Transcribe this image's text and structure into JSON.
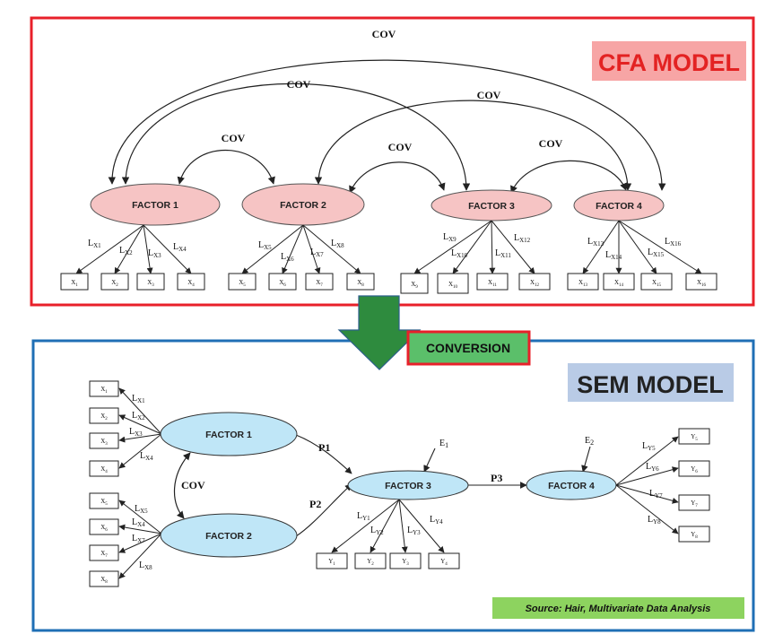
{
  "cfa": {
    "title": "CFA MODEL",
    "cov_labels": [
      "COV",
      "COV",
      "COV",
      "COV",
      "COV",
      "COV"
    ],
    "factors": [
      "FACTOR 1",
      "FACTOR 2",
      "FACTOR 3",
      "FACTOR 4"
    ],
    "loadings": [
      "X1",
      "X2",
      "X3",
      "X4",
      "X5",
      "X6",
      "X7",
      "X8",
      "X9",
      "X10",
      "X11",
      "X12",
      "X13",
      "X14",
      "X15",
      "X16"
    ],
    "indicators": [
      "1",
      "2",
      "3",
      "4",
      "5",
      "6",
      "7",
      "8",
      "9",
      "10",
      "11",
      "12",
      "13",
      "14",
      "15",
      "16"
    ],
    "colors": {
      "frame": "#e8202a",
      "factor_fill": "#f6c4c4",
      "title_bg": "#f7a5a5"
    }
  },
  "conversion": {
    "label": "CONVERSION",
    "colors": {
      "arrow": "#2e8b3e",
      "label_bg": "#5bbf6a",
      "label_border": "#e8202a"
    }
  },
  "sem": {
    "title": "SEM MODEL",
    "factors": [
      "FACTOR 1",
      "FACTOR 2",
      "FACTOR 3",
      "FACTOR 4"
    ],
    "cov_label": "COV",
    "x_loadings": [
      "X1",
      "X2",
      "X3",
      "X4",
      "X5",
      "X4",
      "X7",
      "X8"
    ],
    "x_indicators": [
      "1",
      "2",
      "3",
      "4",
      "5",
      "6",
      "7",
      "8"
    ],
    "y_loadings": [
      "Y1",
      "Y2",
      "Y3",
      "Y4",
      "Y5",
      "Y6",
      "Y7",
      "Y8"
    ],
    "y_indicators": [
      "1",
      "2",
      "3",
      "4",
      "5",
      "6",
      "7",
      "8"
    ],
    "paths": [
      "P1",
      "P2",
      "P3"
    ],
    "errors": [
      "1",
      "2"
    ],
    "source": "Source: Hair, Multivariate Data Analysis",
    "colors": {
      "frame": "#1f6fb5",
      "factor_fill": "#bfe6f7",
      "title_bg": "#b9cbe6",
      "source_bg": "#8dd35f"
    }
  }
}
